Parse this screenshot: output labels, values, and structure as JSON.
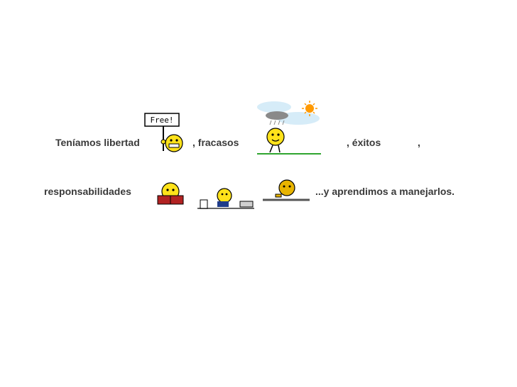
{
  "slide": {
    "line1": {
      "libertad": "Teníamos libertad",
      "fracasos": ", fracasos",
      "exitos": ", éxitos",
      "comma": ","
    },
    "line2": {
      "responsabilidades": "responsabilidades",
      "ending": "...y aprendimos a manejarlos."
    },
    "sign_text": "Free!"
  },
  "colors": {
    "text": "#3a3a3a",
    "smiley": "#ffe21a",
    "grass": "#2fa52f",
    "sun": "#ff9900",
    "sky": "#d6ecf8"
  }
}
